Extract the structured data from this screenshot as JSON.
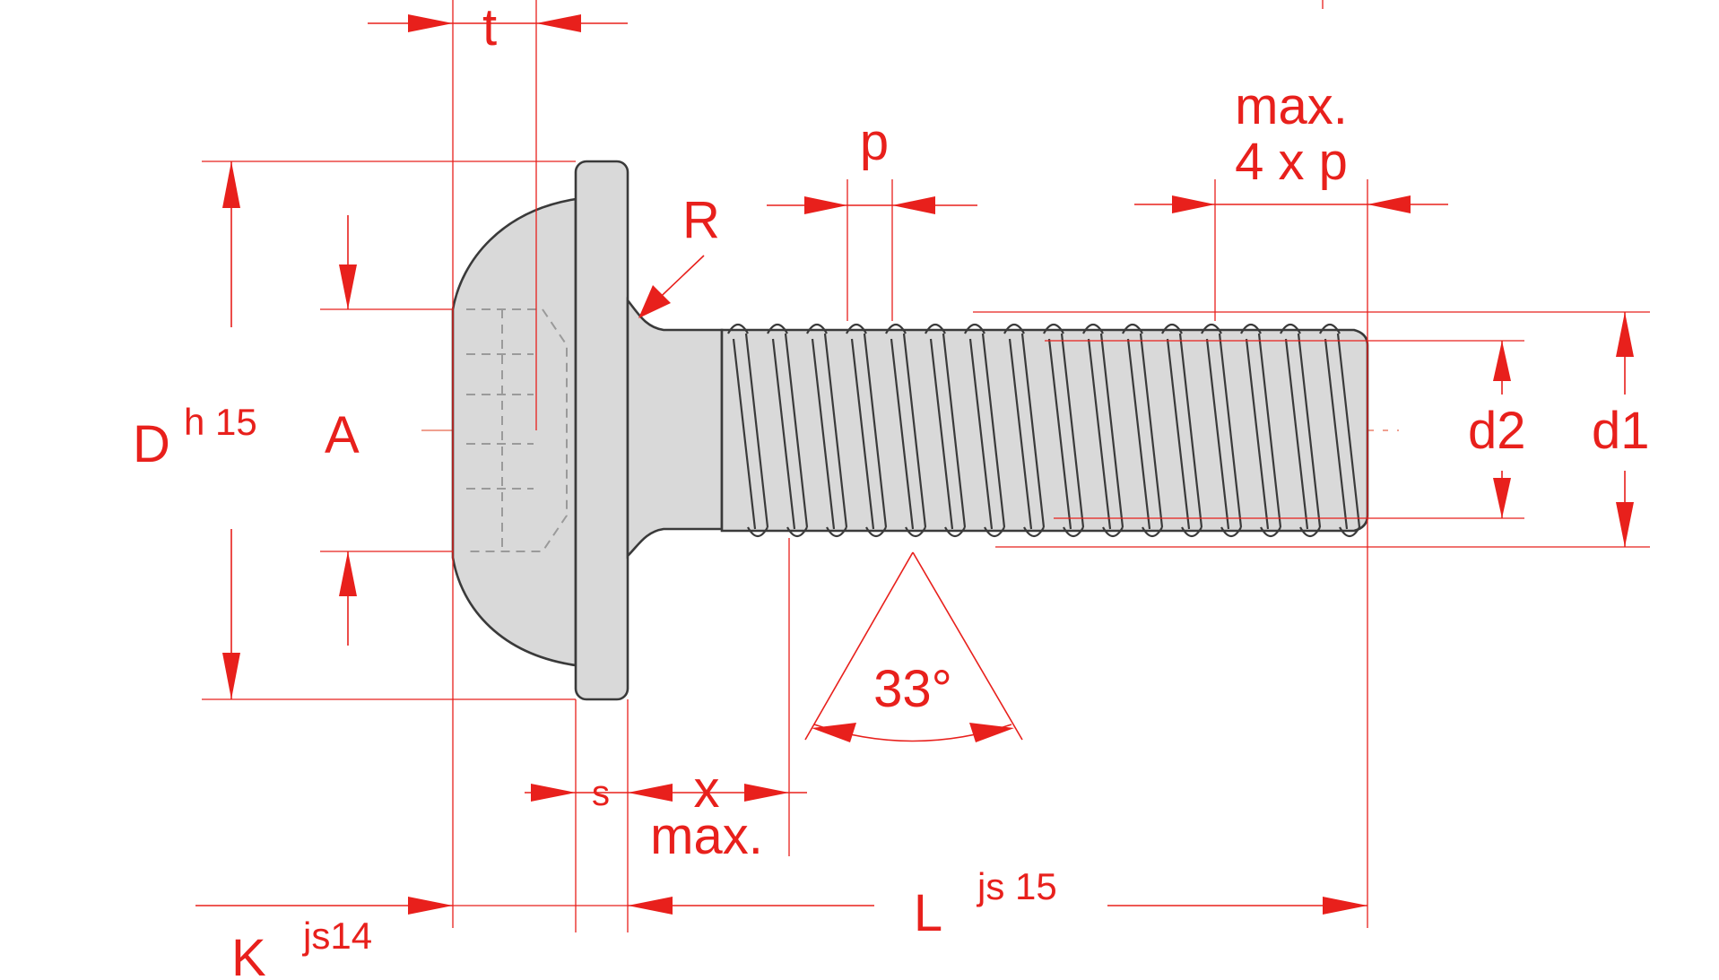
{
  "labels": {
    "t": "t",
    "p": "p",
    "max_top": "max.",
    "four_p": "4 x p",
    "R": "R",
    "D": "D",
    "D_tol": "h 15",
    "A": "A",
    "d2": "d2",
    "d1": "d1",
    "angle": "33°",
    "s": "s",
    "x": "x",
    "max_bottom": "max.",
    "L": "L",
    "L_tol": "js 15",
    "K": "K",
    "K_tol": "js14"
  },
  "colors": {
    "dimension": "#e8201c",
    "outline": "#3a3a3a",
    "body_fill": "#d9d9d9",
    "centerline": "#f0a090"
  }
}
